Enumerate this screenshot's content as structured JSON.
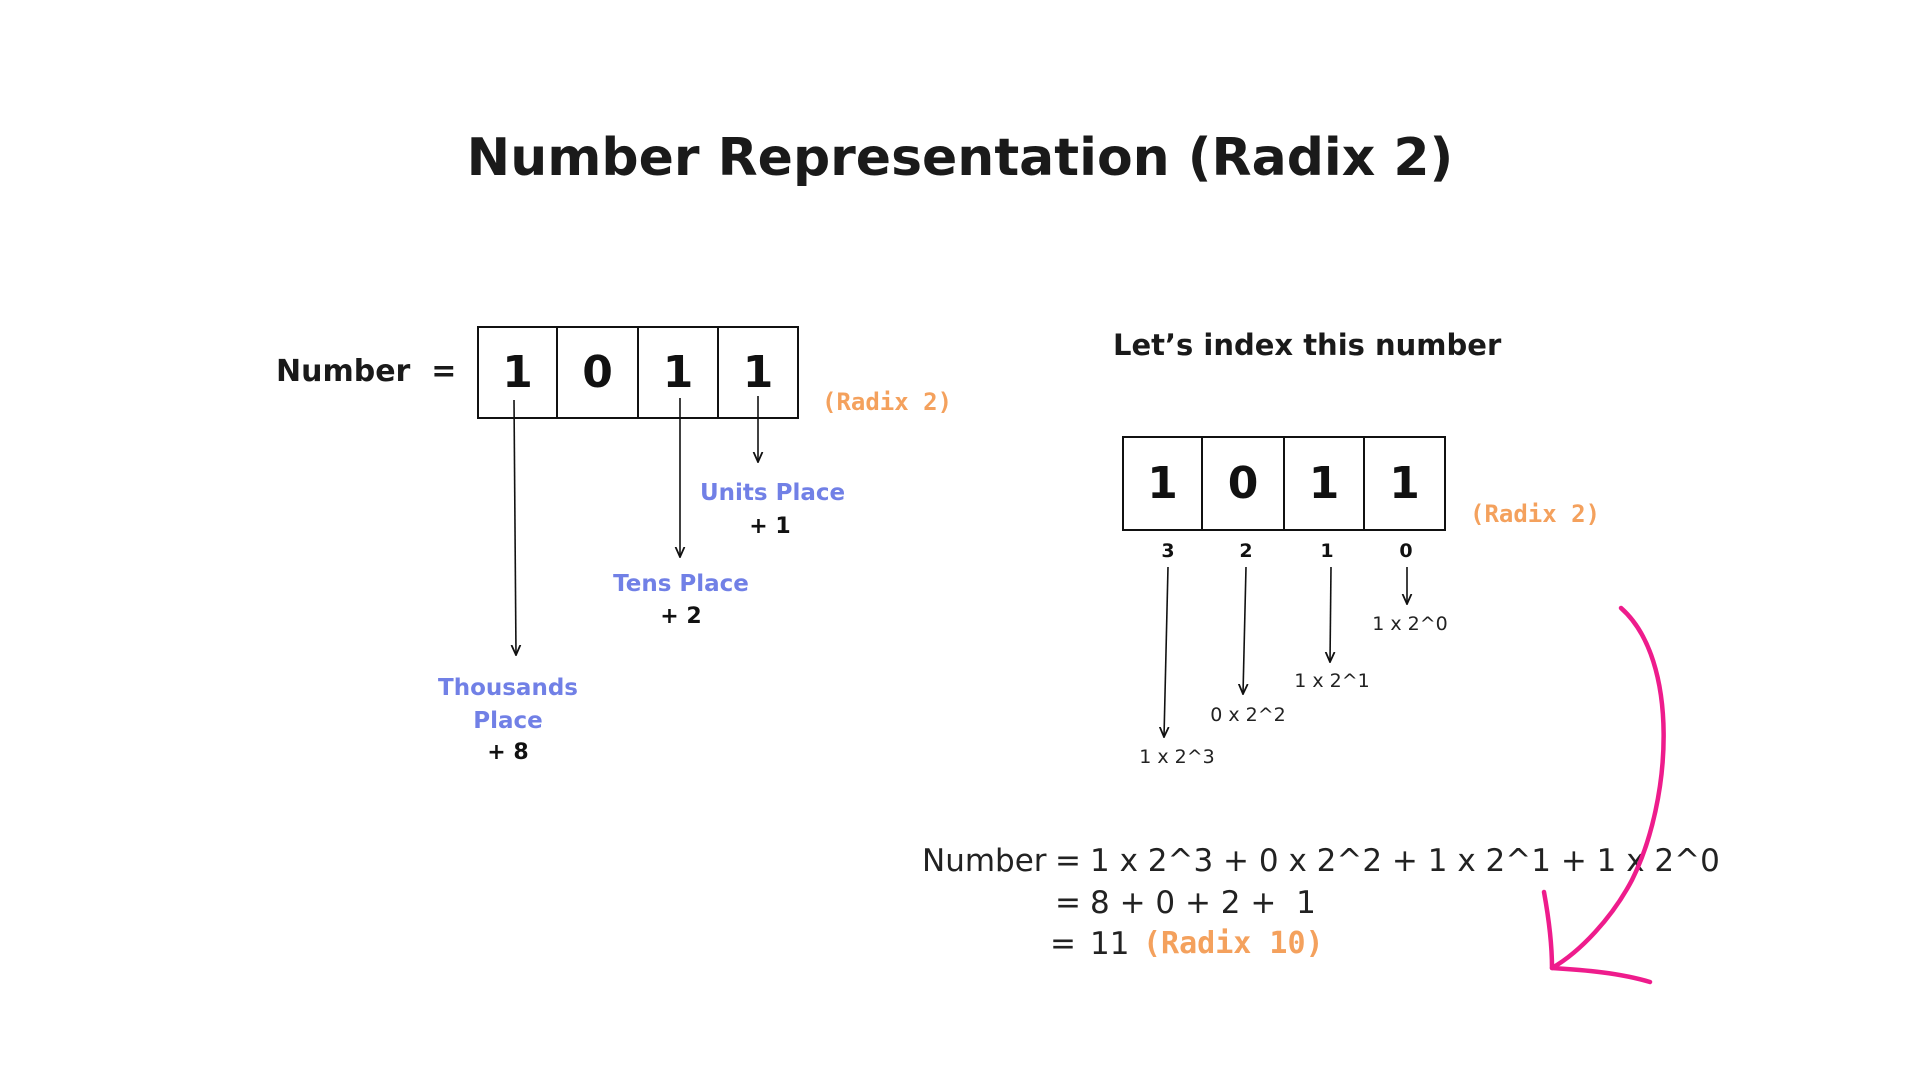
{
  "title": "Number Representation (Radix 2)",
  "left": {
    "number_label": "Number  =",
    "digits": [
      "1",
      "0",
      "1",
      "1"
    ],
    "radix_tag": "(Radix 2)",
    "places": [
      {
        "name": "Units Place",
        "value": "+ 1"
      },
      {
        "name": "Tens Place",
        "value": "+ 2"
      },
      {
        "name": "Thousands Place",
        "value": "+ 8"
      }
    ]
  },
  "right": {
    "heading": "Let’s index this number",
    "digits": [
      "1",
      "0",
      "1",
      "1"
    ],
    "radix_tag": "(Radix 2)",
    "indices": [
      "3",
      "2",
      "1",
      "0"
    ],
    "terms": [
      "1 x 2^3",
      "0 x 2^2",
      "1 x 2^1",
      "1 x 2^0"
    ]
  },
  "equation": {
    "label": "Number",
    "eq1": "=",
    "line1": "1 x 2^3 + 0 x 2^2 + 1 x 2^1 + 1 x 2^0",
    "eq2": "=",
    "line2": "8 + 0 + 2 +  1",
    "eq3": "=",
    "line3": "11",
    "line3_tag": "(Radix 10)"
  },
  "colors": {
    "place_label": "#7180e6",
    "radix_tag": "#f4a15d",
    "curved_arrow": "#ee1c8c"
  }
}
